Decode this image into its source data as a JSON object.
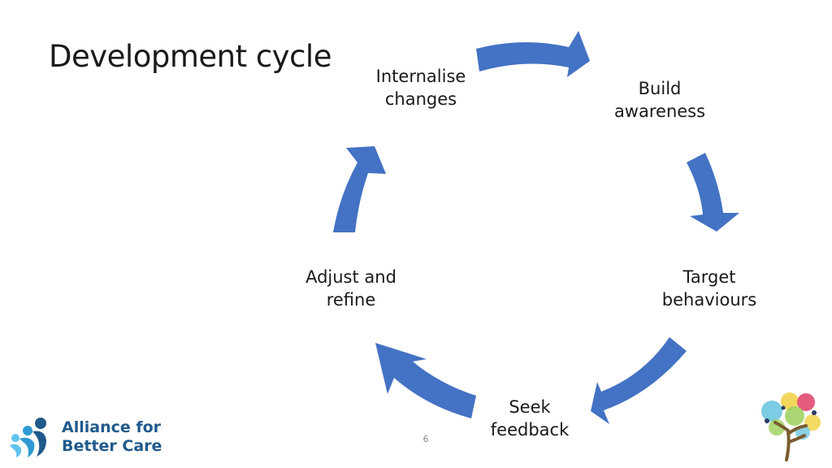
{
  "slide": {
    "title": "Development cycle",
    "page_number": "6"
  },
  "cycle": {
    "steps": [
      {
        "line1": "Internalise",
        "line2": "changes"
      },
      {
        "line1": "Build",
        "line2": "awareness"
      },
      {
        "line1": "Target",
        "line2": "behaviours"
      },
      {
        "line1": "Seek",
        "line2": "feedback"
      },
      {
        "line1": "Adjust and",
        "line2": "refine"
      }
    ],
    "arrow_color": "#4472c4"
  },
  "branding": {
    "org_line1": "Alliance for",
    "org_line2": "Better Care",
    "org_color": "#1f5a8c",
    "org_icon": "people-icon",
    "tree_icon": "tree-icon"
  }
}
